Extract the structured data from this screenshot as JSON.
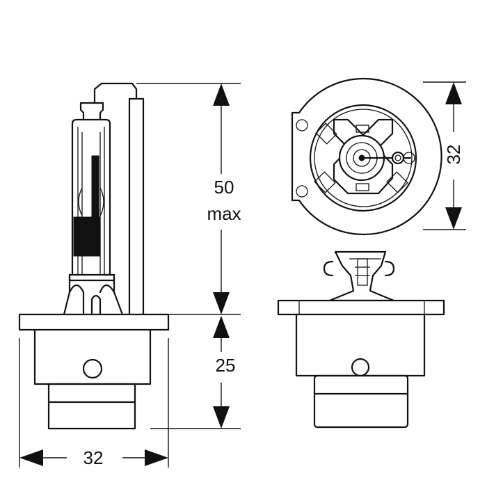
{
  "dimensions": {
    "height_top_value": "50",
    "height_top_qualifier": "max",
    "height_base_value": "25",
    "width_value": "32",
    "diameter_value": "32"
  },
  "colors": {
    "line": "#111111",
    "background": "#ffffff"
  }
}
